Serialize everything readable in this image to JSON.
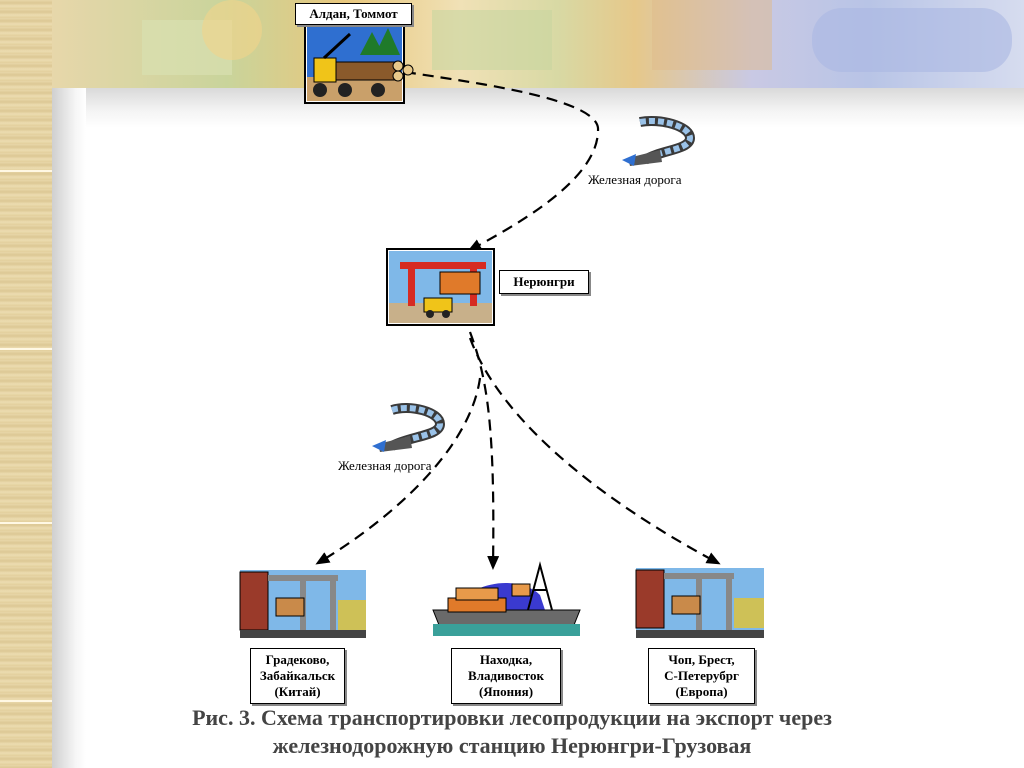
{
  "nodes": {
    "aldan": {
      "label": "Алдан, Томмот"
    },
    "neryungri": {
      "label": "Нерюнгри"
    },
    "grodekovo": {
      "line1": "Градеково,",
      "line2": "Забайкальск",
      "line3": "(Китай)"
    },
    "nakhodka": {
      "line1": "Находка,",
      "line2": "Владивосток",
      "line3": "(Япония)"
    },
    "chop": {
      "line1": "Чоп, Брест,",
      "line2": "С-Петерубрг",
      "line3": "(Европа)"
    }
  },
  "edges": {
    "rail_label_top": "Железная дорога",
    "rail_label_mid": "Железная дорога"
  },
  "caption": {
    "line1": "Рис. 3. Схема транспортировки лесопродукции на экспорт через",
    "line2": "железнодорожную станцию Нерюнгри-Грузовая"
  },
  "icons": [
    "timber-truck-icon",
    "train-icon",
    "gantry-crane-icon",
    "cargo-ship-icon"
  ]
}
